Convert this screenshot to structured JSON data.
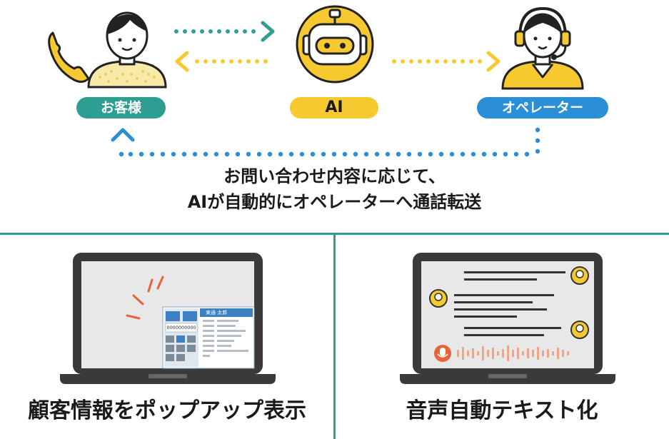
{
  "flow": {
    "customer_label": "お客様",
    "ai_label": "AI",
    "operator_label": "オペレーター",
    "caption_line1": "お問い合わせ内容に応じて、",
    "caption_line2": "AIが自動的にオペレーターへ通話転送",
    "colors": {
      "teal": "#2f9e92",
      "yellow": "#f7c930",
      "blue": "#2a8fd6",
      "navy": "#1d4fa0"
    }
  },
  "features": {
    "left": {
      "title": "顧客情報をポップアップ表示",
      "popup": {
        "phone_number": "0000000000",
        "customer_name": "東通 太郎"
      }
    },
    "right": {
      "title": "音声自動テキスト化"
    }
  }
}
